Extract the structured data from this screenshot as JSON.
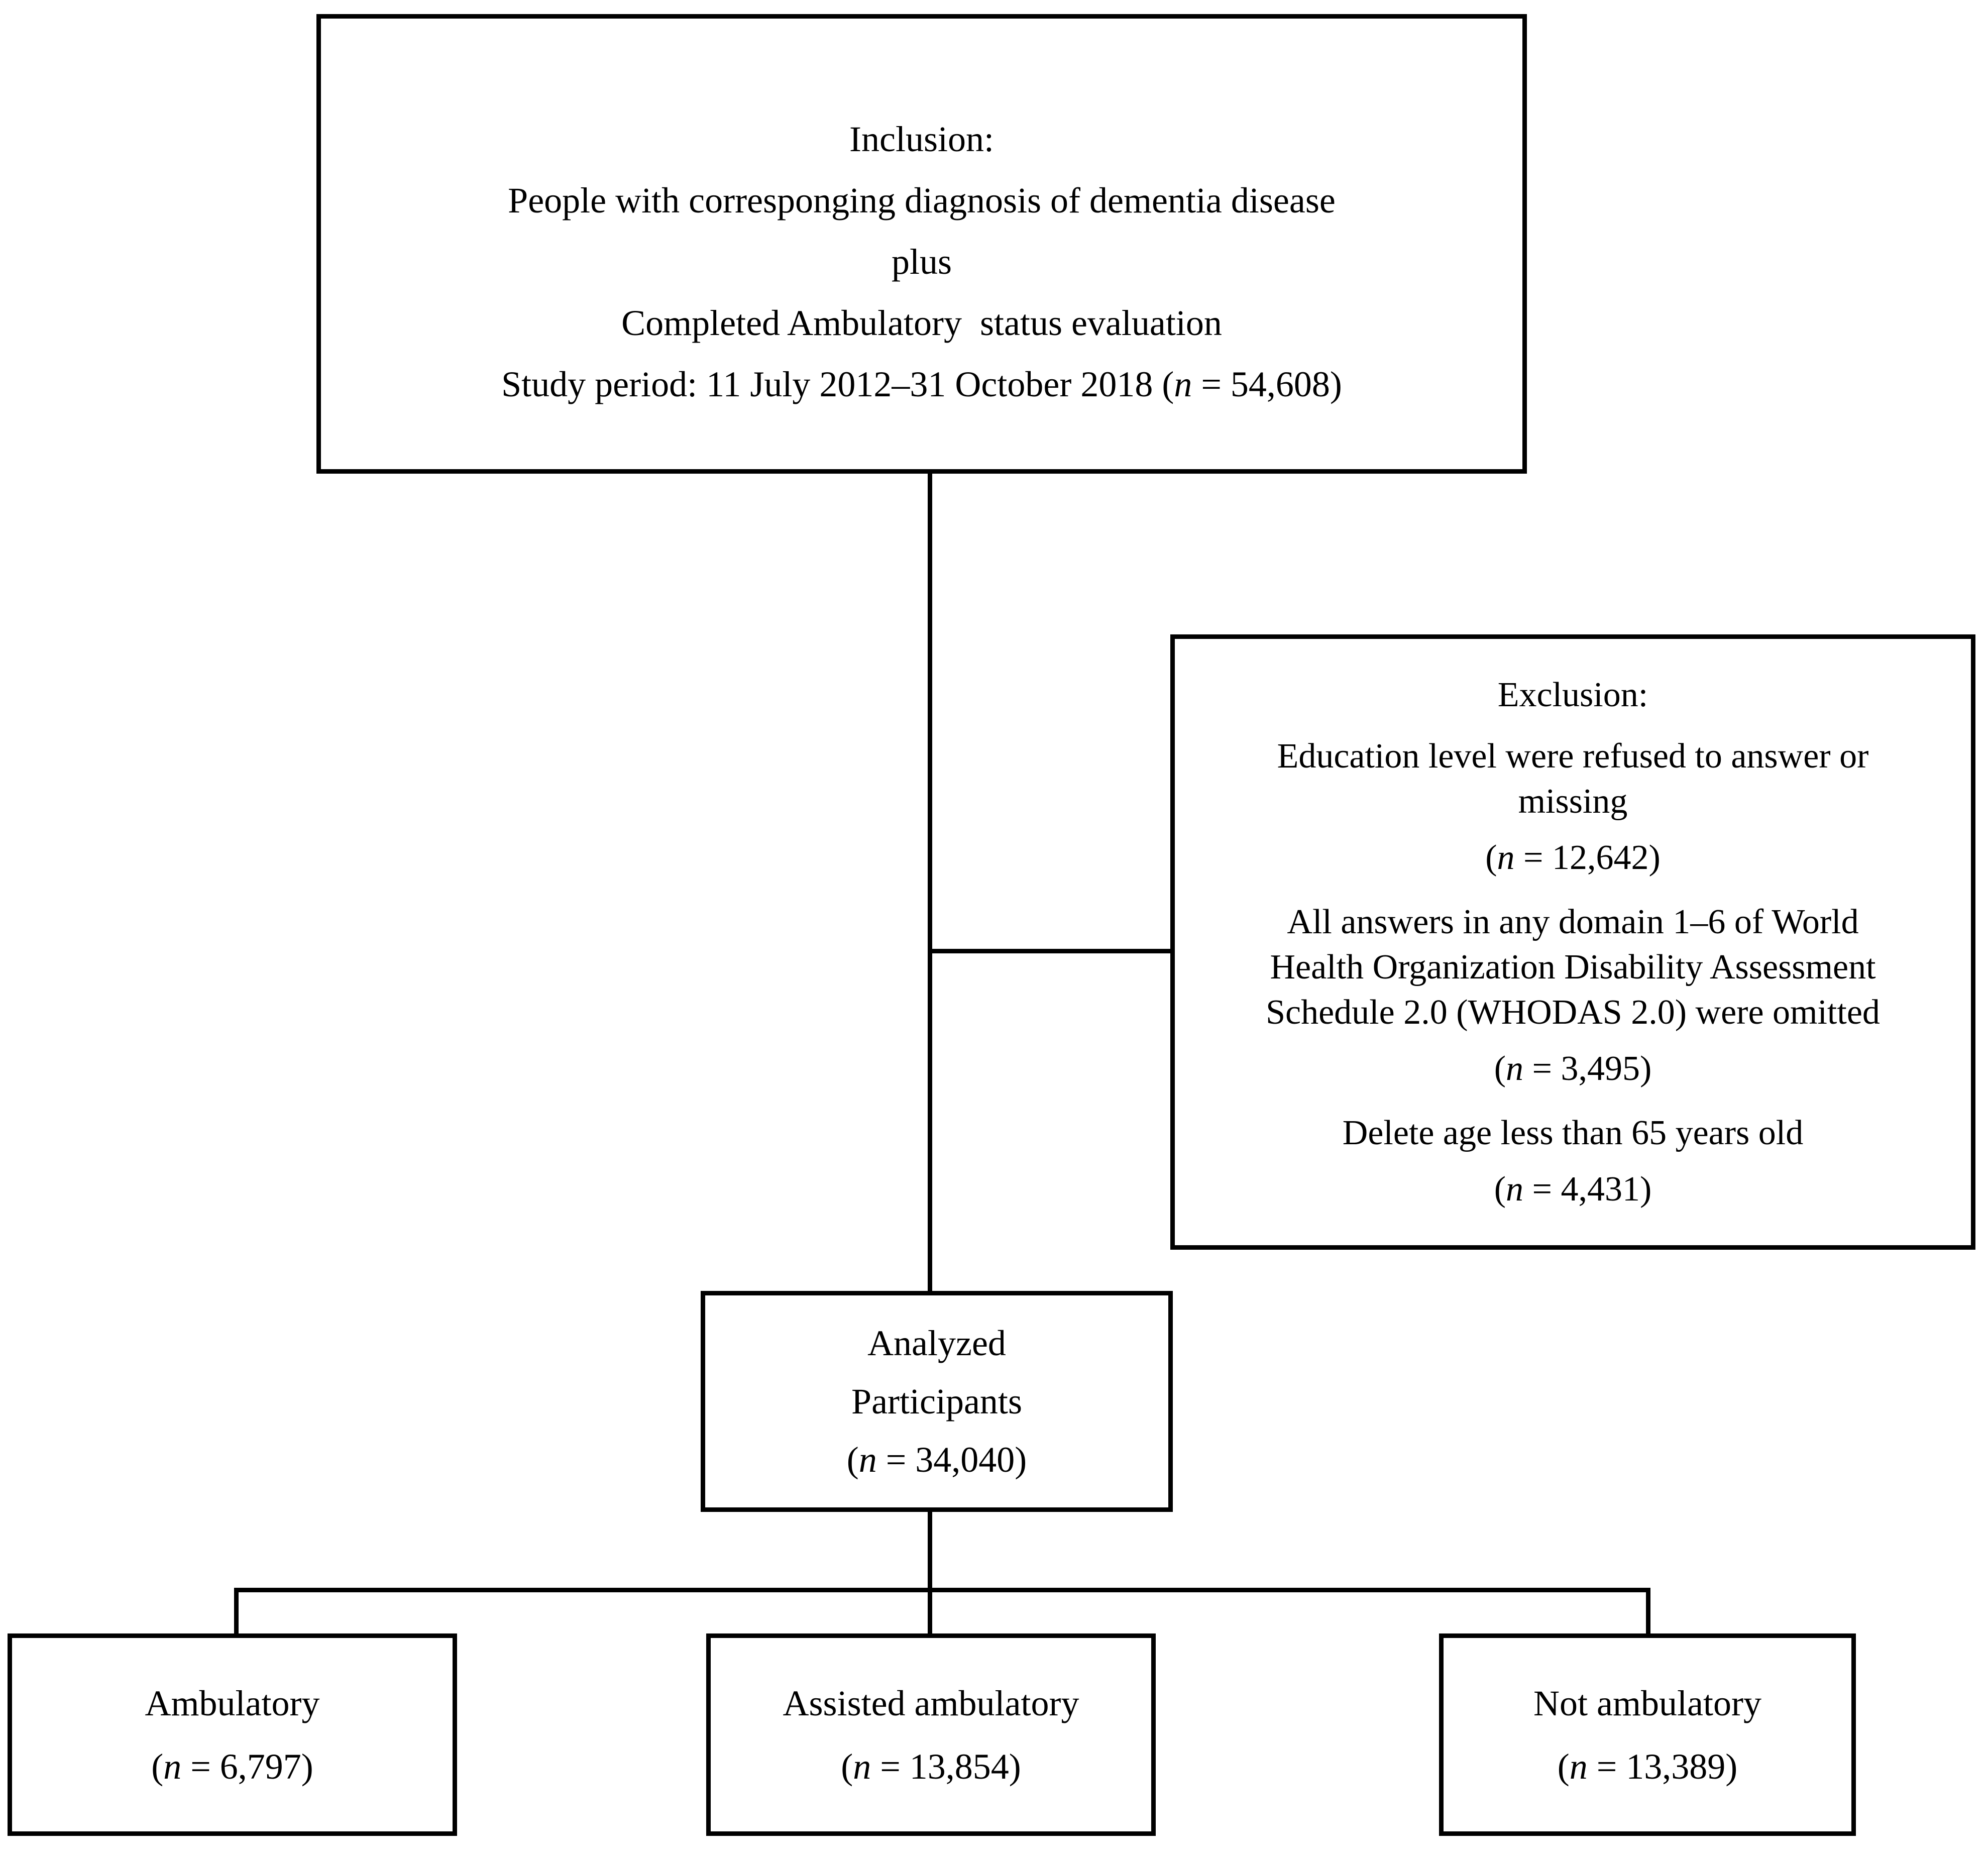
{
  "figure": {
    "colors": {
      "border": "#000000",
      "background": "#ffffff",
      "text": "#000000"
    },
    "inclusion_box": {
      "lines": [
        "Inclusion:",
        "People with corresponging diagnosis of dementia disease",
        "plus",
        "Completed Ambulatory  status evaluation",
        "Study period: 11 July 2012–31 October 2018 (n = 54,608)"
      ]
    },
    "exclusion_box": {
      "title": "Exclusion:",
      "items": [
        {
          "lines": [
            "Education level were refused to answer or",
            "missing"
          ],
          "count": "(n = 12,642)"
        },
        {
          "lines": [
            "All answers in any domain 1–6 of World",
            "Health Organization Disability Assessment",
            "Schedule 2.0 (WHODAS 2.0) were omitted"
          ],
          "count": "(n = 3,495)"
        },
        {
          "lines": [
            "Delete age less than 65 years old"
          ],
          "count": "(n = 4,431)"
        }
      ]
    },
    "analyzed_box": {
      "lines": [
        "Analyzed",
        "Participants"
      ],
      "count": "(n = 34,040)"
    },
    "outcome_boxes": [
      {
        "label": "Ambulatory",
        "count": "(n = 6,797)"
      },
      {
        "label": "Assisted ambulatory",
        "count": "(n = 13,854)"
      },
      {
        "label": "Not ambulatory",
        "count": "(n = 13,389)"
      }
    ]
  }
}
